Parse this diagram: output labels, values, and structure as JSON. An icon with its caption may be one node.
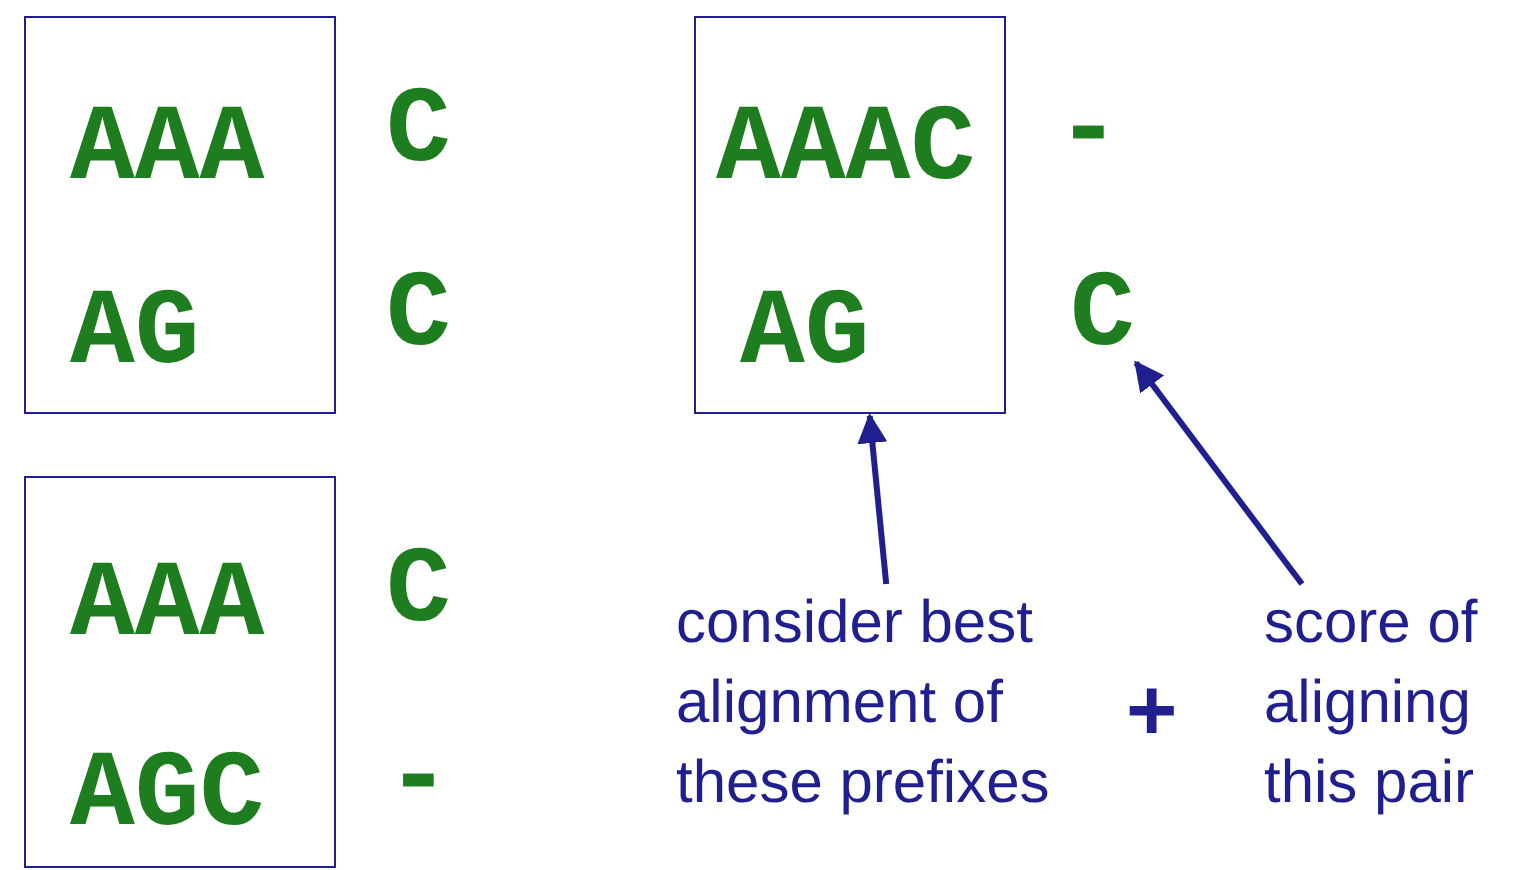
{
  "diagram": {
    "nodes": [
      {
        "text": [
          "AAA",
          "AG"
        ]
      },
      {
        "text": [
          "AAAC",
          "AG"
        ]
      },
      {
        "text": [
          "AAA",
          "AGC"
        ]
      },
      {
        "text": [
          "C"
        ]
      },
      {
        "text": [
          "consider best alignment of these prefixes"
        ]
      },
      {
        "text": [
          "score of aligning this pair"
        ]
      }
    ],
    "edges": [
      {
        "from": 4,
        "to": 1,
        "arrow": "to"
      },
      {
        "from": 5,
        "to": 3,
        "arrow": "to"
      }
    ],
    "labels": [
      "C",
      "-",
      "C",
      "C",
      "+",
      "-"
    ]
  }
}
